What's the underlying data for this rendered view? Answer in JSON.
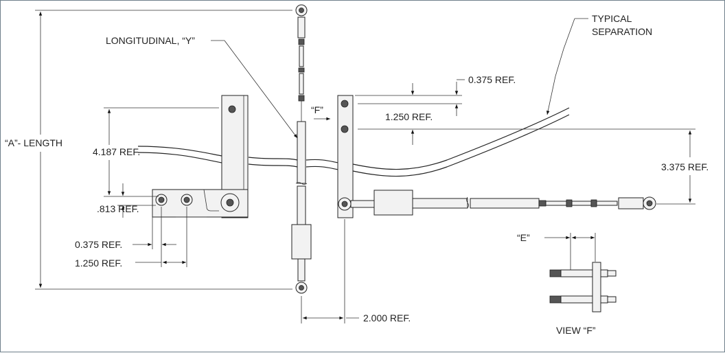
{
  "colors": {
    "line": "#1a1a1a",
    "border": "#6e7f8a",
    "part_fill": "#f2f2f2"
  },
  "labels": {
    "a_length": "“A”- LENGTH",
    "longitudinal": "LONGITUDINAL, “Y”",
    "typical_1": "TYPICAL",
    "typical_2": "SEPARATION",
    "ref_0375_top": "0.375 REF.",
    "ref_1250_top": "1.250 REF.",
    "f_marker": "“F”",
    "ref_4187": "4.187 REF.",
    "ref_0813": ".813 REF.",
    "ref_0375_bottom": "0.375 REF.",
    "ref_1250_bottom": "1.250 REF.",
    "ref_3375": "3.375 REF.",
    "e_marker": "“E”",
    "ref_2000": "2.000 REF.",
    "view_f": "VIEW  “F”"
  }
}
